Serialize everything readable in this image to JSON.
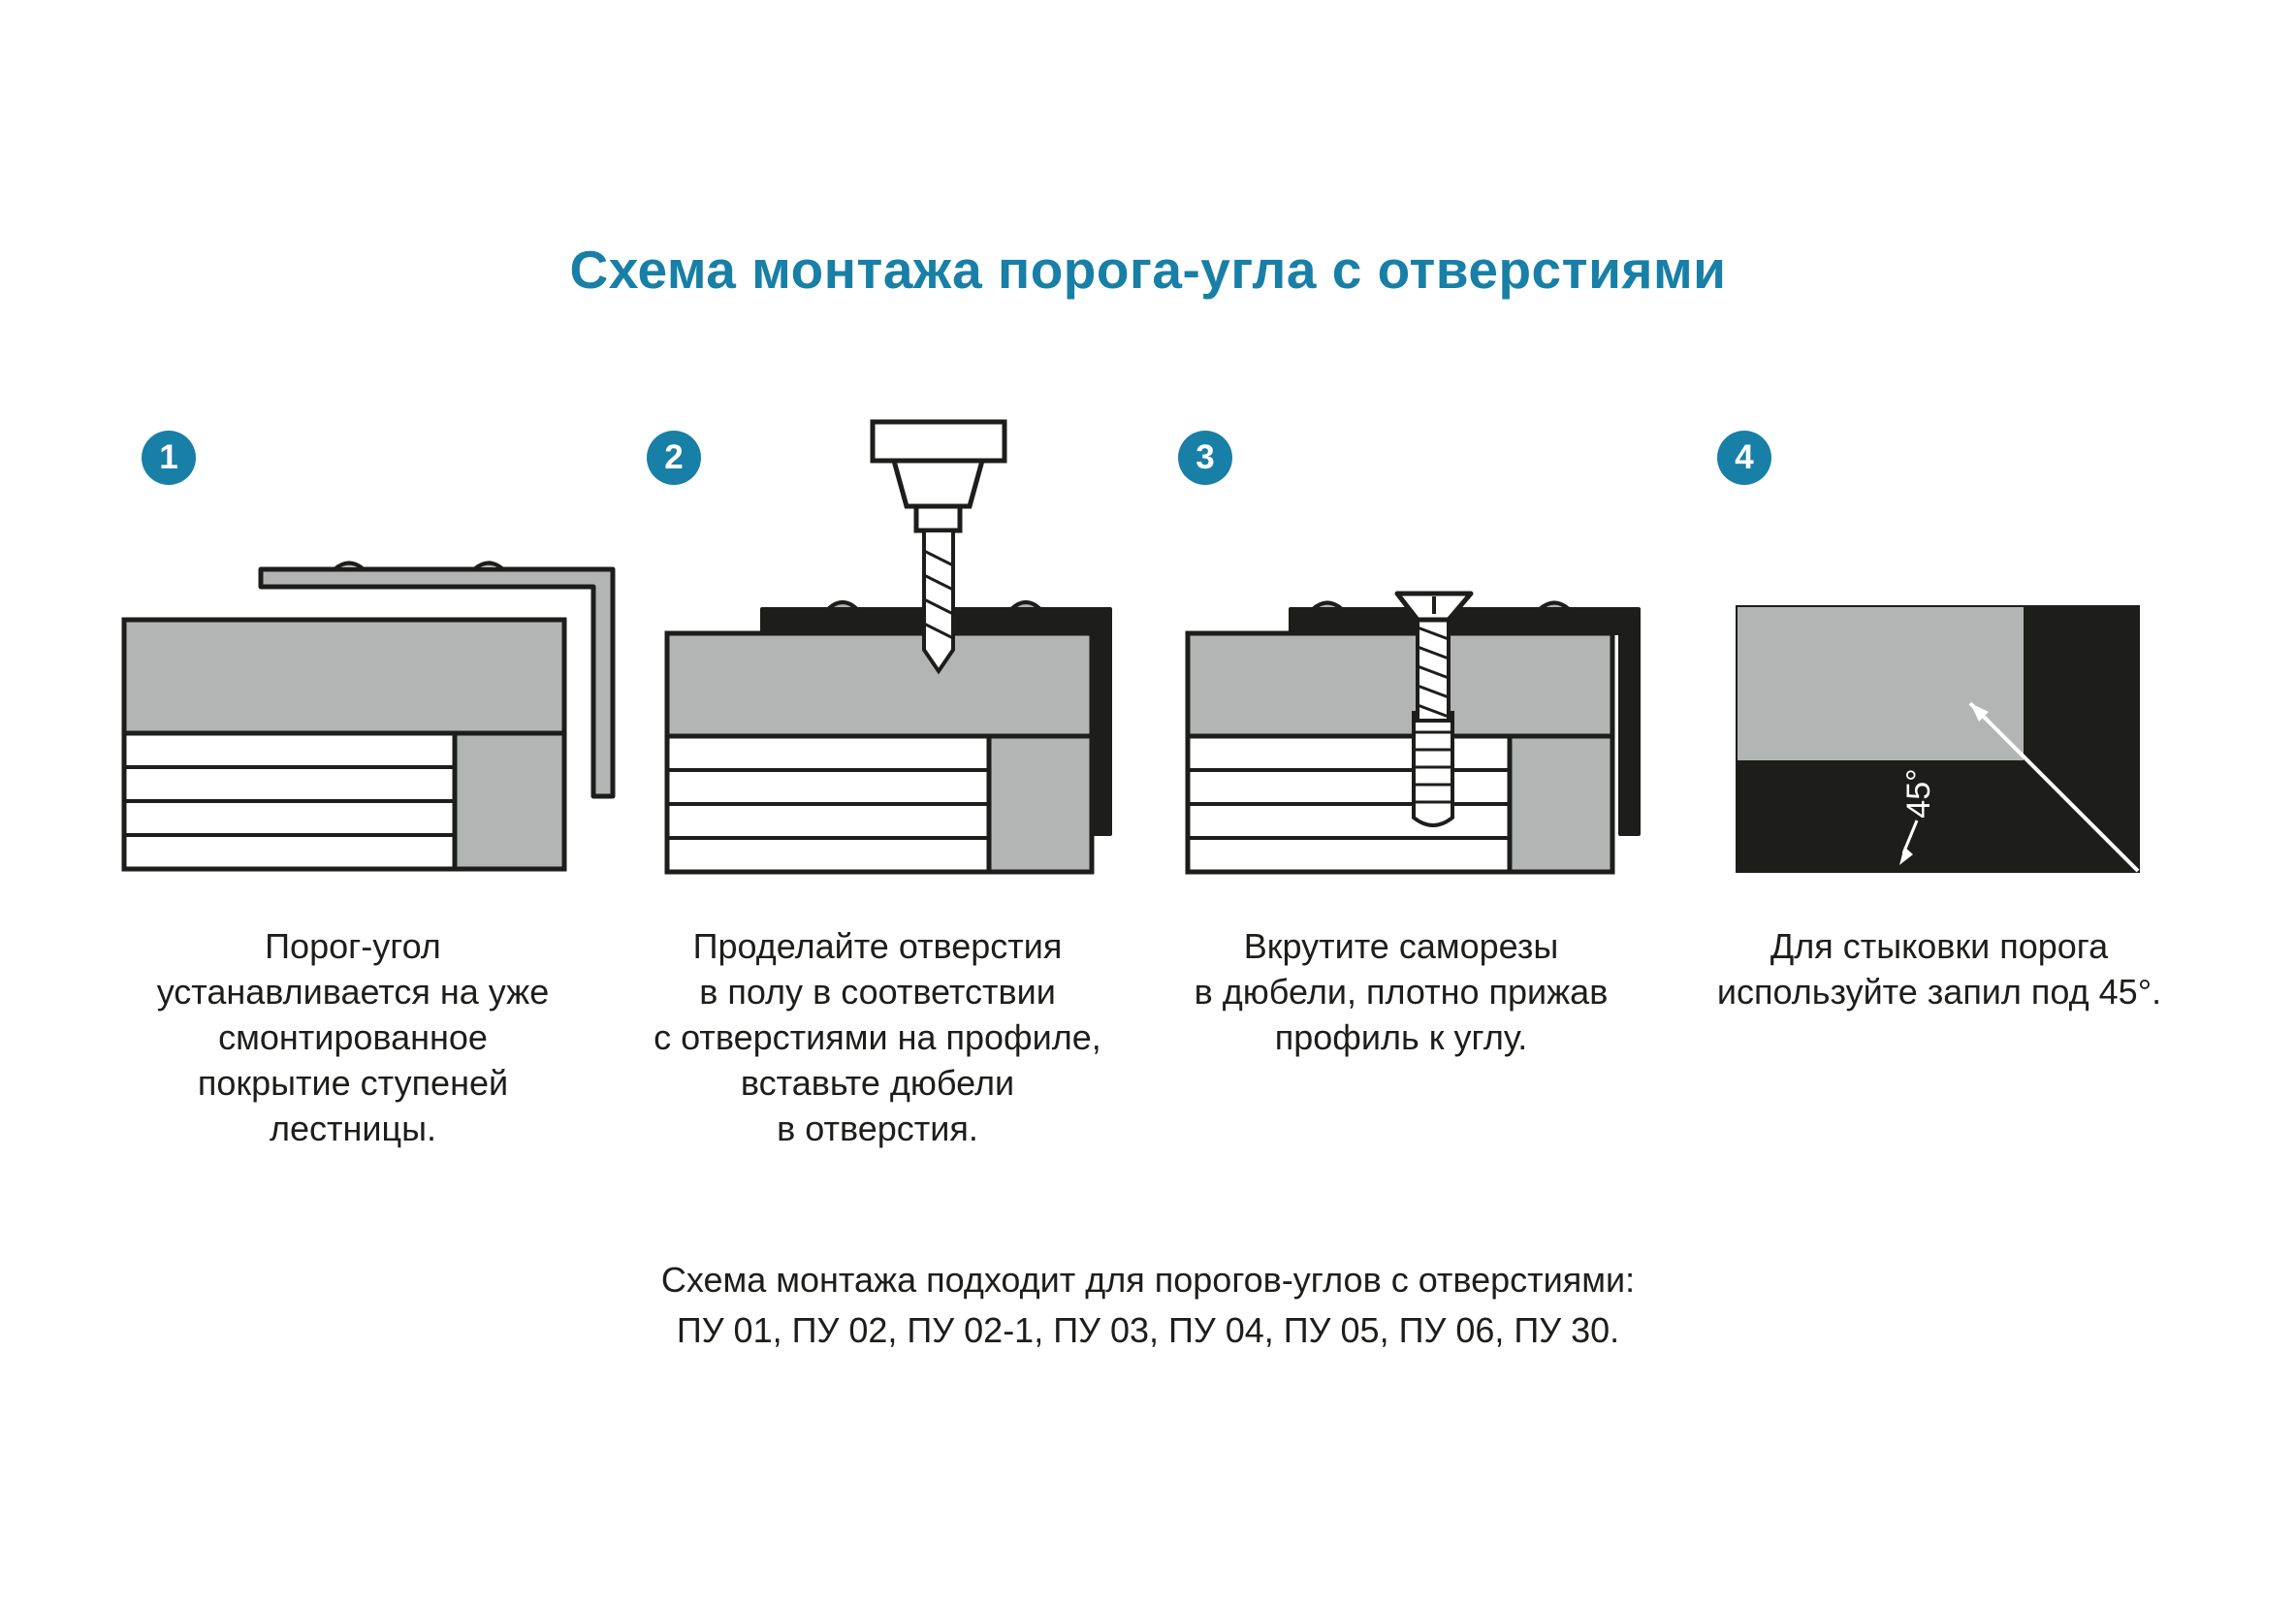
{
  "title": "Схема монтажа порога-угла с отверстиями",
  "colors": {
    "accent": "#187FA6",
    "gray": "#B3B5B4",
    "dark": "#1D1D1B",
    "white": "#FFFFFF"
  },
  "steps": [
    {
      "number": "1",
      "caption_lines": [
        "Порог-угол",
        "устанавливается на уже",
        "смонтированное",
        "покрытие ступеней",
        "лестницы."
      ]
    },
    {
      "number": "2",
      "caption_lines": [
        "Проделайте отверстия",
        "в полу в соответствии",
        "с отверстиями на профиле,",
        "вставьте дюбели",
        "в отверстия."
      ]
    },
    {
      "number": "3",
      "caption_lines": [
        "Вкрутите саморезы",
        "в дюбели, плотно прижав",
        "профиль к углу."
      ]
    },
    {
      "number": "4",
      "caption_lines": [
        "Для стыковки порога",
        "используйте запил под 45°."
      ],
      "angle_label": "45°"
    }
  ],
  "footer": {
    "lines": [
      "Схема монтажа подходит для порогов-углов с отверстиями:",
      "ПУ 01, ПУ 02, ПУ 02-1, ПУ 03, ПУ 04, ПУ 05, ПУ 06, ПУ 30."
    ]
  }
}
